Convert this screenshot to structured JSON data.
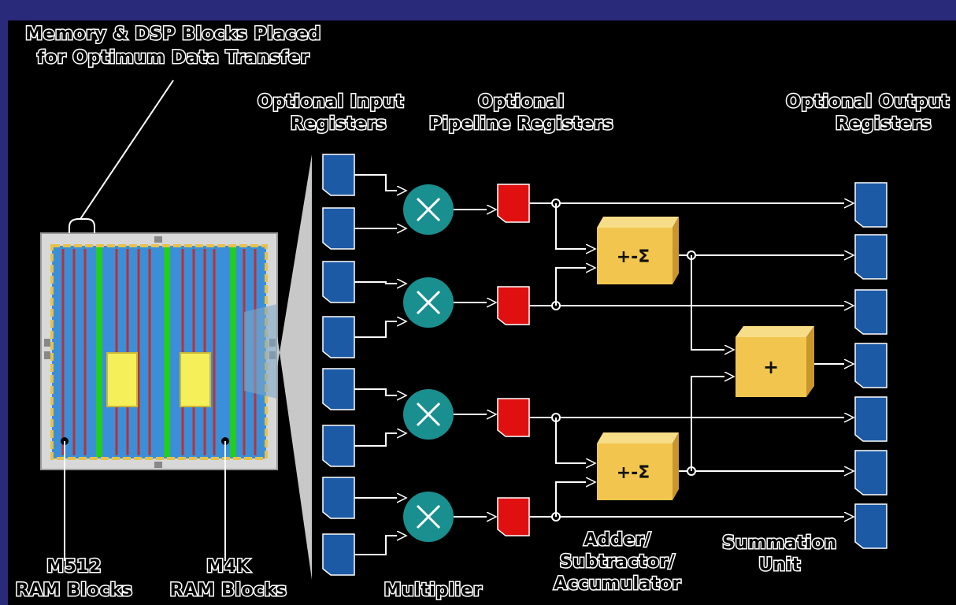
{
  "labels": {
    "memory_line1": "Memory & DSP Blocks Placed",
    "memory_line2": "for Optimum Data Transfer",
    "input_regs_line1": "Optional Input",
    "input_regs_line2": "Registers",
    "pipeline_regs_line1": "Optional",
    "pipeline_regs_line2": "Pipeline Registers",
    "output_regs_line1": "Optional Output",
    "output_regs_line2": "Registers",
    "m512_line1": "M512",
    "m512_line2": "RAM Blocks",
    "m4k_line1": "M4K",
    "m4k_line2": "RAM Blocks",
    "multiplier": "Multiplier",
    "adder_line1": "Adder/",
    "adder_line2": "Subtractor/",
    "adder_line3": "Accumulator",
    "summation_line1": "Summation",
    "summation_line2": "Unit"
  },
  "symbols": {
    "multiplier": "×",
    "adder": "+-Σ",
    "summation": "+"
  },
  "colors": {
    "background": "#000000",
    "frame": "#2a2a7a",
    "register": "#1d5aa6",
    "multiplier": "#1a8f8f",
    "pipeline_register": "#e01010",
    "adder_block": "#f2c64e",
    "chip_lanes": "#3a8fd8",
    "m4k_column": "#22cc22",
    "m512_column": "#c03030",
    "dsp_block": "#f5ef5a"
  }
}
